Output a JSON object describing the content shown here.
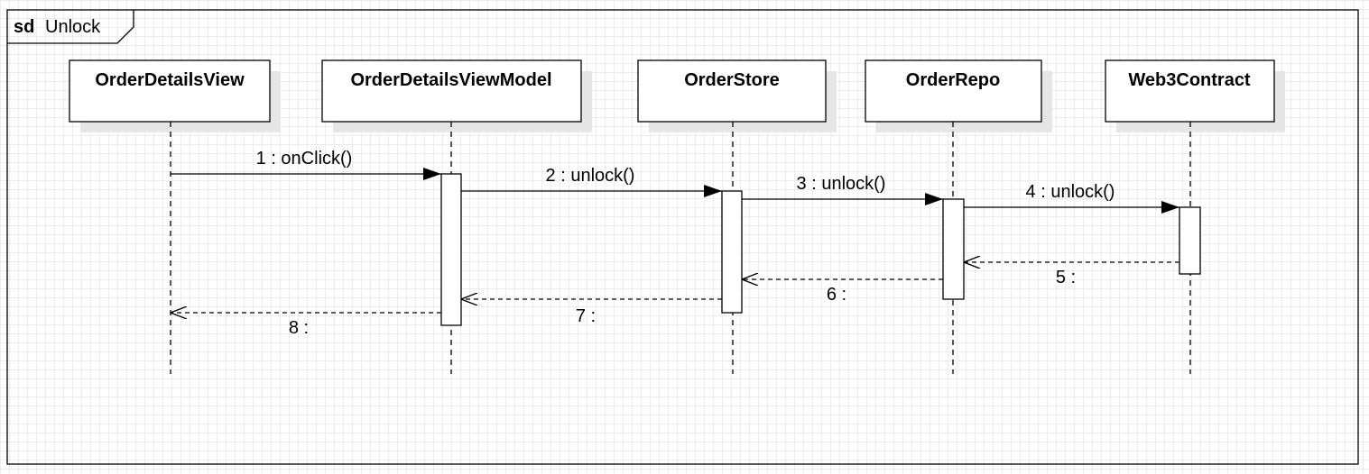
{
  "frame": {
    "keyword": "sd",
    "name": "Unlock"
  },
  "participants": [
    {
      "id": "p0",
      "label": "OrderDetailsView"
    },
    {
      "id": "p1",
      "label": "OrderDetailsViewModel"
    },
    {
      "id": "p2",
      "label": "OrderStore"
    },
    {
      "id": "p3",
      "label": "OrderRepo"
    },
    {
      "id": "p4",
      "label": "Web3Contract"
    }
  ],
  "messages": [
    {
      "label": "1 : onClick()",
      "from": "p0",
      "to": "p1",
      "kind": "sync"
    },
    {
      "label": "2 : unlock()",
      "from": "p1",
      "to": "p2",
      "kind": "sync"
    },
    {
      "label": "3 : unlock()",
      "from": "p2",
      "to": "p3",
      "kind": "sync"
    },
    {
      "label": "4 : unlock()",
      "from": "p3",
      "to": "p4",
      "kind": "sync"
    },
    {
      "label": "5 :",
      "from": "p4",
      "to": "p3",
      "kind": "return"
    },
    {
      "label": "6 :",
      "from": "p3",
      "to": "p2",
      "kind": "return"
    },
    {
      "label": "7 :",
      "from": "p2",
      "to": "p1",
      "kind": "return"
    },
    {
      "label": "8 :",
      "from": "p1",
      "to": "p0",
      "kind": "return"
    }
  ],
  "colors": {
    "line": "#000000",
    "shadow": "#e6e6e6",
    "grid": "#ececec",
    "box_fill": "#ffffff"
  }
}
